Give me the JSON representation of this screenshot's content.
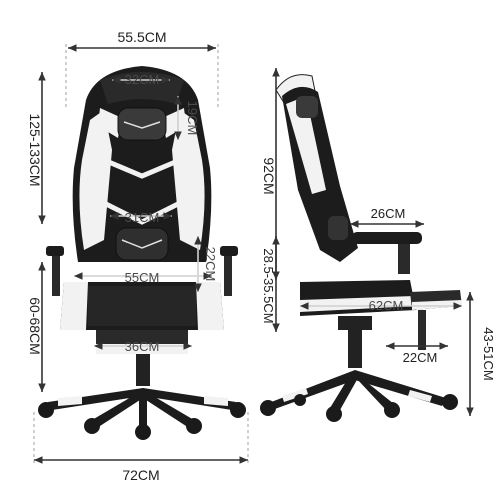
{
  "dimensions": {
    "top_width": "55.5CM",
    "headrest_width": "32CM",
    "headrest_height": "19CM",
    "total_height": "125-133CM",
    "backrest_width": "31CM",
    "lumbar_height": "22CM",
    "seat_width": "55CM",
    "seat_height": "60-68CM",
    "footrest_width": "36CM",
    "base_width": "72CM",
    "backrest_height": "92CM",
    "armrest_width": "26CM",
    "armrest_height": "28.5-35.5CM",
    "seat_depth": "62CM",
    "footrest_depth": "22CM",
    "footrest_height": "43-51CM"
  },
  "colors": {
    "chair_black": "#1c1c1c",
    "chair_white": "#f2f2f2",
    "dimension_line": "#333333"
  }
}
